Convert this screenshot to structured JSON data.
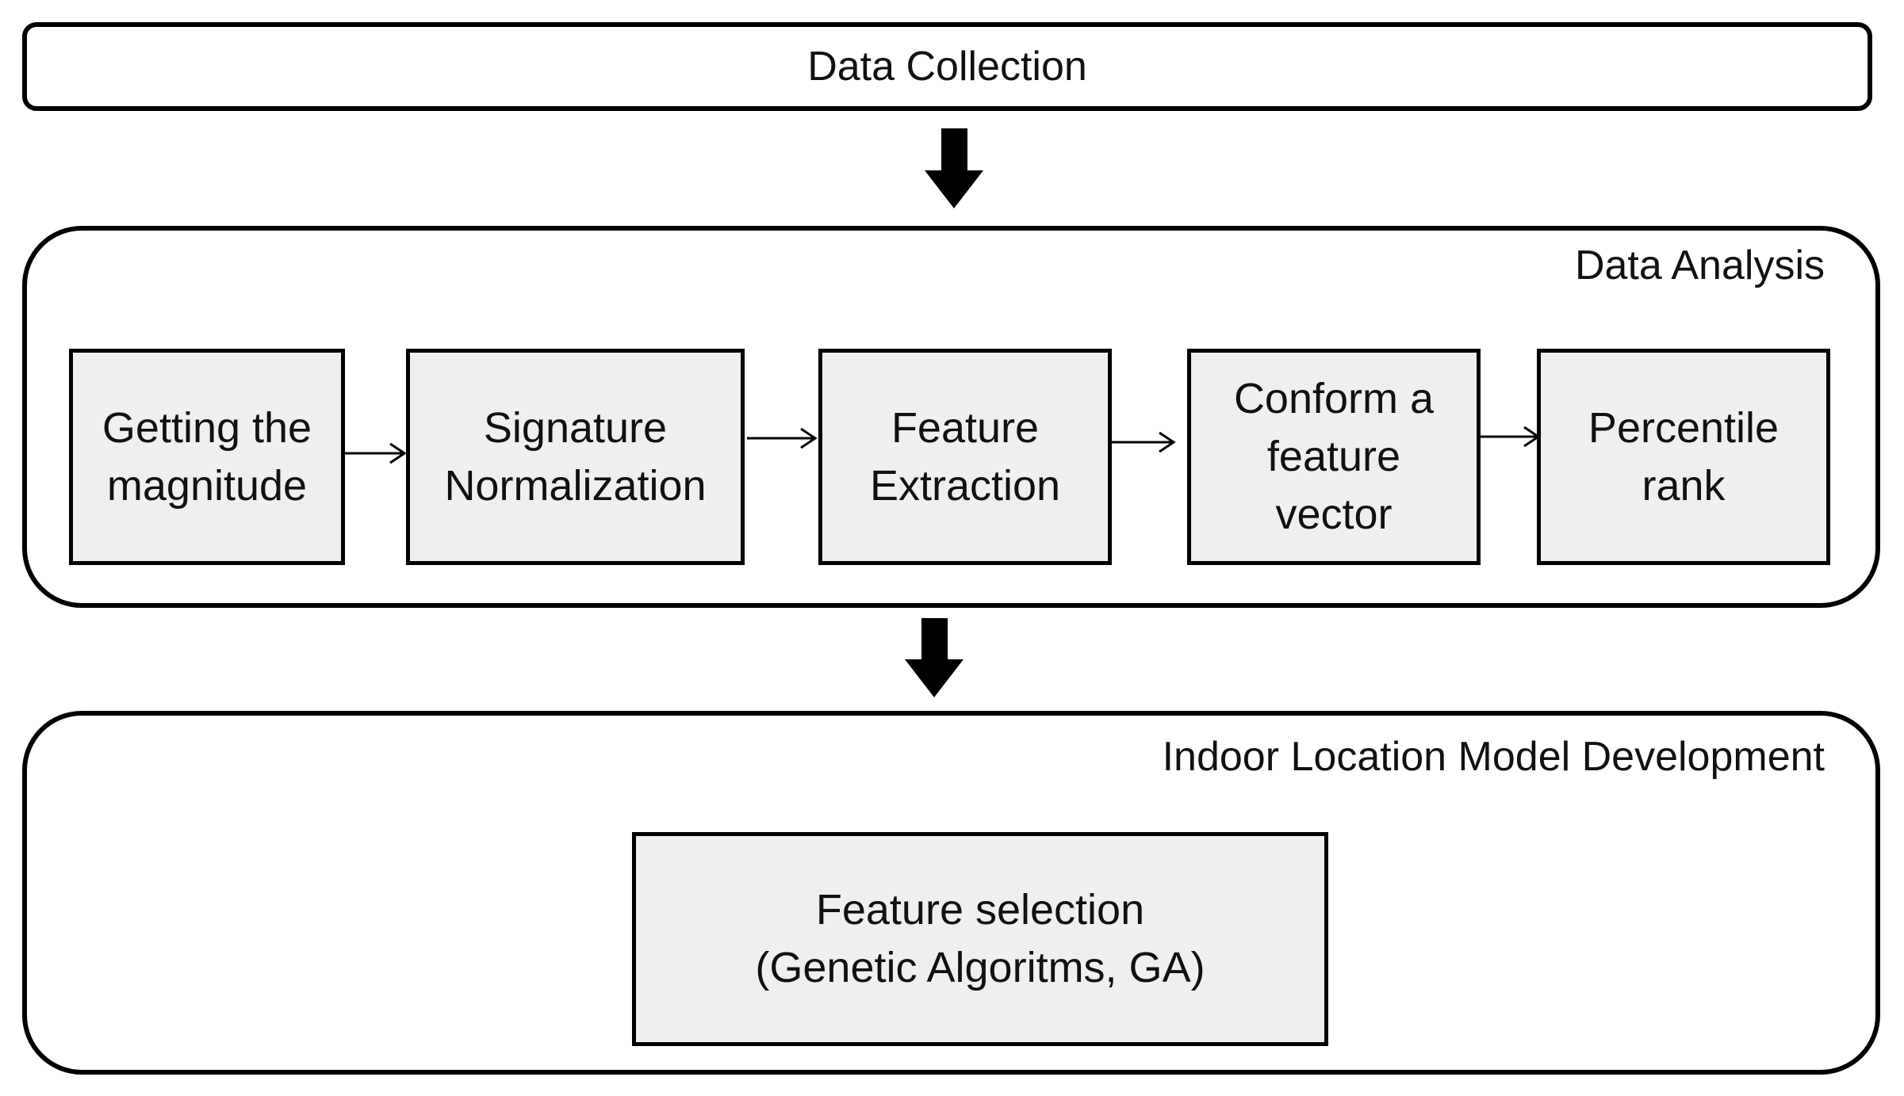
{
  "diagram": {
    "data_collection": {
      "label": "Data Collection"
    },
    "data_analysis": {
      "title": "Data Analysis",
      "steps": [
        {
          "label": "Getting the\nmagnitude"
        },
        {
          "label": "Signature\nNormalization"
        },
        {
          "label": "Feature\nExtraction"
        },
        {
          "label": "Conform a\nfeature\nvector"
        },
        {
          "label": "Percentile\nrank"
        }
      ]
    },
    "model_development": {
      "title": "Indoor Location Model Development",
      "box": {
        "label": "Feature selection\n(Genetic Algoritms, GA)"
      }
    },
    "colors": {
      "stroke": "#000000",
      "box_fill": "#efefef",
      "background": "#ffffff"
    }
  }
}
